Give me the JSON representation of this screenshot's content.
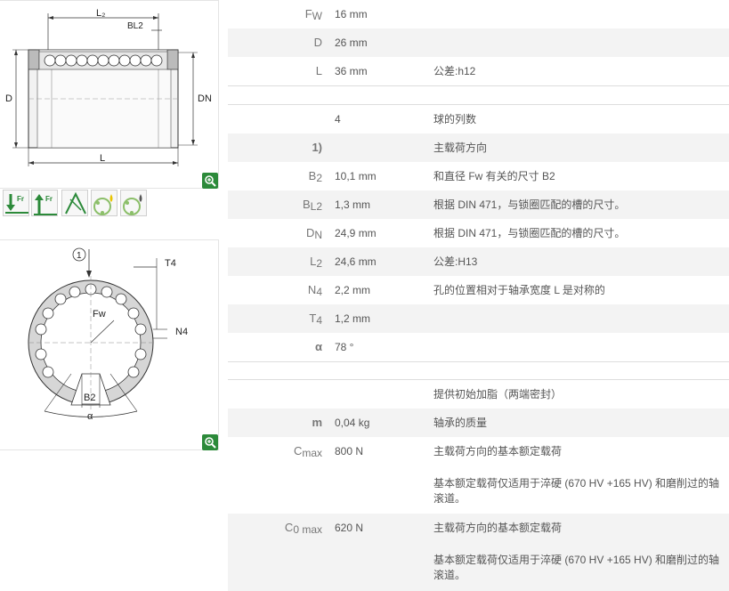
{
  "drawing1": {
    "labels": {
      "L2": "L₂",
      "BL2": "BL2",
      "D": "D",
      "DN": "DN",
      "L": "L"
    }
  },
  "drawing2": {
    "labels": {
      "one": "1",
      "T4": "T4",
      "Fw": "Fw",
      "N4": "N4",
      "B2": "B2",
      "alpha": "α"
    }
  },
  "symbols": [
    {
      "icon": "radial-load-down-icon",
      "text": "Fr"
    },
    {
      "icon": "radial-load-up-icon",
      "text": "Fr"
    },
    {
      "icon": "angular-misalignment-icon",
      "text": ""
    },
    {
      "icon": "lubrication-oil-icon",
      "text": ""
    },
    {
      "icon": "seal-grease-icon",
      "text": ""
    }
  ],
  "table1": [
    {
      "sym": "F",
      "sub": "W",
      "value": "16  mm",
      "desc": ""
    },
    {
      "sym": "D",
      "sub": "",
      "value": "26  mm",
      "desc": ""
    },
    {
      "sym": "L",
      "sub": "",
      "value": "36  mm",
      "desc": "公差:h12"
    }
  ],
  "table2": [
    {
      "sym": "",
      "sub": "",
      "value": "4",
      "desc": "球的列数"
    },
    {
      "sym": "1)",
      "sub": "",
      "value": "",
      "desc": "主载荷方向"
    },
    {
      "sym": "B",
      "sub": "2",
      "value": "10,1  mm",
      "desc": "和直径 Fw 有关的尺寸 B2"
    },
    {
      "sym": "B",
      "sub": "L2",
      "value": "1,3  mm",
      "desc": "根据 DIN 471，与锁圈匹配的槽的尺寸。"
    },
    {
      "sym": "D",
      "sub": "N",
      "value": "24,9  mm",
      "desc": "根据 DIN 471，与锁圈匹配的槽的尺寸。"
    },
    {
      "sym": "L",
      "sub": "2",
      "value": "24,6  mm",
      "desc": "公差:H13"
    },
    {
      "sym": "N",
      "sub": "4",
      "value": "2,2  mm",
      "desc": "孔的位置相对于轴承宽度 L 是对称的"
    },
    {
      "sym": "T",
      "sub": "4",
      "value": "1,2  mm",
      "desc": ""
    },
    {
      "sym": "α",
      "sub": "",
      "value": "78  °",
      "desc": ""
    }
  ],
  "table3": [
    {
      "sym": "",
      "sub": "",
      "value": "",
      "desc": "提供初始加脂（两端密封）",
      "desc2": ""
    },
    {
      "sym": "m",
      "sub": "",
      "value": "0,04  kg",
      "desc": "轴承的质量",
      "desc2": ""
    },
    {
      "sym": "C",
      "sub": "max",
      "value": "800  N",
      "desc": "主载荷方向的基本额定载荷",
      "desc2": "基本额定载荷仅适用于淬硬 (670 HV +165 HV) 和磨削过的轴滚道。"
    },
    {
      "sym": "C",
      "sub": "0 max",
      "value": "620  N",
      "desc": "主载荷方向的基本额定载荷",
      "desc2": "基本额定载荷仅适用于淬硬 (670 HV +165 HV) 和磨削过的轴滚道。"
    }
  ],
  "colors": {
    "accent_green": "#2c8a3a",
    "row_alt": "#f3f3f3",
    "border": "#dddddd"
  }
}
